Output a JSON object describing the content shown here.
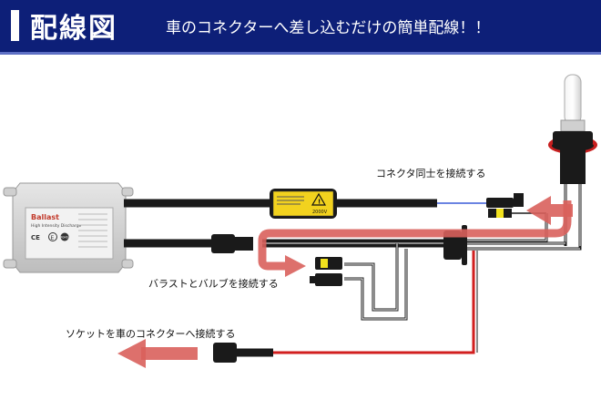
{
  "header": {
    "title": "配線図",
    "subtitle": "車のコネクターへ差し込むだけの簡単配線！！"
  },
  "labels": {
    "connector_pair": "コネクタ同士を接続する",
    "ballast_to_bulb": "バラストとバルブを接続する",
    "socket_to_car": "ソケットを車のコネクターへ接続する"
  },
  "ballast": {
    "brand": "Ballast",
    "subtext": "High Intensity Discharge",
    "marks": [
      "CE",
      "E",
      "RoHS"
    ]
  },
  "igniter": {
    "warning_text": "2000V"
  },
  "colors": {
    "header_bg": "#0d1f78",
    "arrow": "#d9605c",
    "wire": "#111111",
    "red_wire": "#d21f1f",
    "blue_wire": "#3a5bd9",
    "connector_yellow": "#f2e21e",
    "ballast_body": "#d8d8d8"
  }
}
